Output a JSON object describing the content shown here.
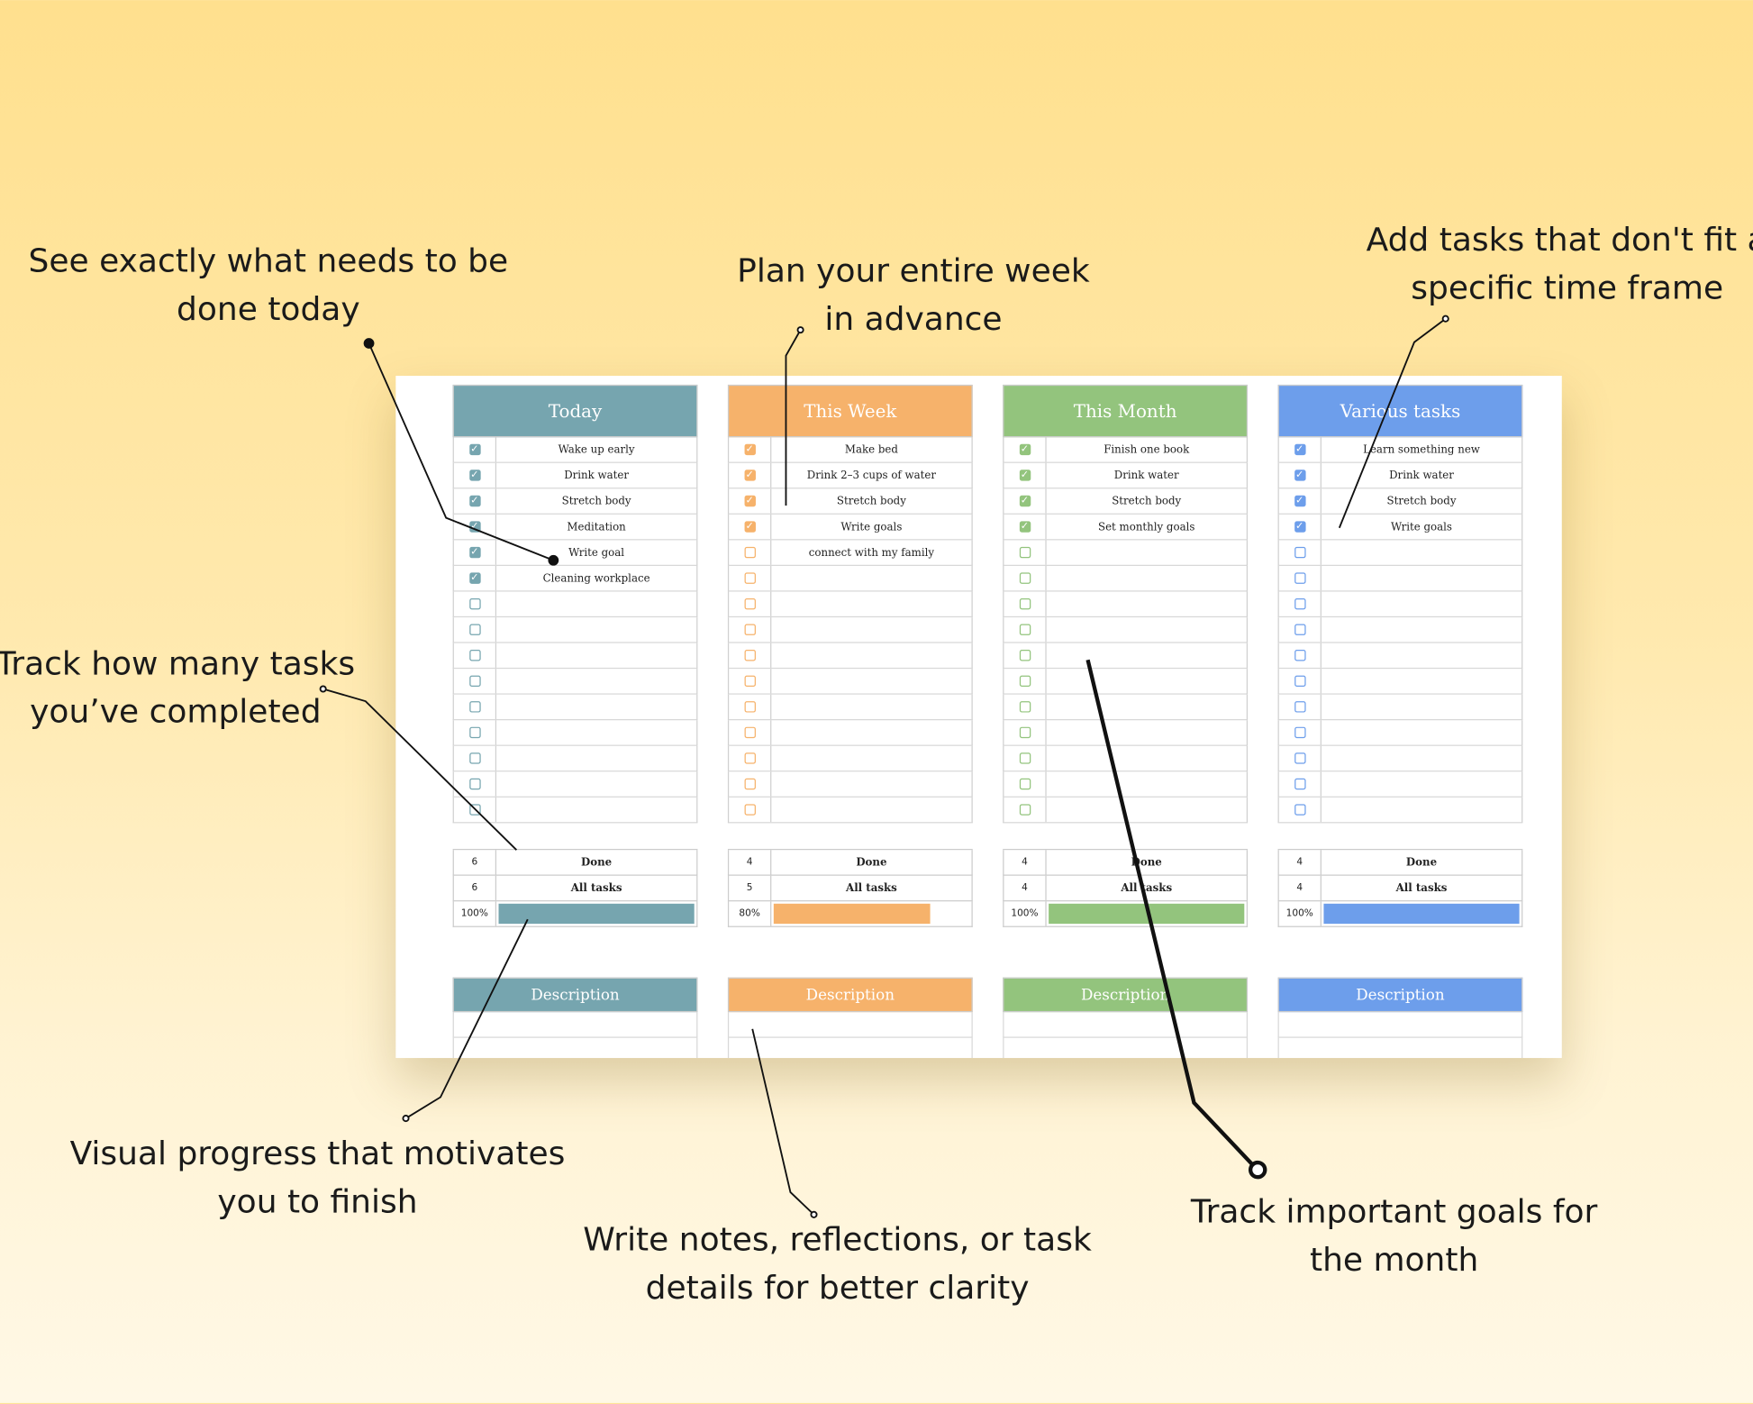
{
  "annotations": {
    "today": [
      "See exactly what needs to be",
      "done today"
    ],
    "week": [
      "Plan your entire week",
      "in advance"
    ],
    "various": [
      "Add tasks that don't fit a",
      "specific time frame"
    ],
    "track_count": [
      "Track how many tasks",
      "you’ve completed"
    ],
    "progress": [
      "Visual progress that motivates",
      "you to finish"
    ],
    "notes": [
      "Write notes, reflections, or task",
      "details for better clarity"
    ],
    "month": [
      "Track important goals for",
      "the month"
    ]
  },
  "columns": [
    {
      "id": "today",
      "title": "Today",
      "color": "#76A5AF",
      "tasks": [
        "Wake up early",
        "Drink water",
        "Stretch body",
        "Meditation",
        "Write goal",
        "Cleaning workplace"
      ],
      "checked": [
        true,
        true,
        true,
        true,
        true,
        true
      ],
      "done": "6",
      "all": "6",
      "percent_label": "100%",
      "progress": 100,
      "description_label": "Description"
    },
    {
      "id": "week",
      "title": "This Week",
      "color": "#F6B26B",
      "tasks": [
        "Make bed",
        "Drink 2–3 cups of water",
        "Stretch body",
        "Write goals",
        "connect with my family"
      ],
      "checked": [
        true,
        true,
        true,
        true,
        false
      ],
      "done": "4",
      "all": "5",
      "percent_label": "80%",
      "progress": 80,
      "description_label": "Description"
    },
    {
      "id": "month",
      "title": "This Month",
      "color": "#93C47D",
      "tasks": [
        "Finish one book",
        "Drink water",
        "Stretch body",
        "Set monthly goals"
      ],
      "checked": [
        true,
        true,
        true,
        true
      ],
      "done": "4",
      "all": "4",
      "percent_label": "100%",
      "progress": 100,
      "description_label": "Description"
    },
    {
      "id": "various",
      "title": "Various tasks",
      "color": "#6D9EEB",
      "tasks": [
        "Learn something new",
        "Drink water",
        "Stretch body",
        "Write goals"
      ],
      "checked": [
        true,
        true,
        true,
        true
      ],
      "done": "4",
      "all": "4",
      "percent_label": "100%",
      "progress": 100,
      "description_label": "Description"
    }
  ],
  "stats_labels": {
    "done": "Done",
    "all": "All tasks"
  },
  "rows_per_list": 15
}
